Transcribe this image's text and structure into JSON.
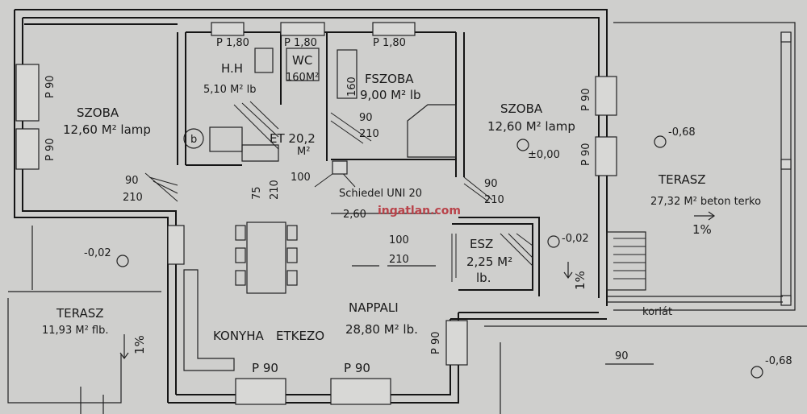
{
  "rooms": {
    "szoba_left": {
      "name": "SZOBA",
      "area": "12,60 M² lamp"
    },
    "hh": {
      "name": "H.H",
      "area": "5,10 M² lb"
    },
    "wc": {
      "name": "WC",
      "area": "160M²"
    },
    "fszoba": {
      "name": "FSZOBA",
      "area": "9,00 M² lb"
    },
    "szoba_right": {
      "name": "SZOBA",
      "area": "12,60 M² lamp"
    },
    "et": {
      "name": "ET 20,2",
      "unit": "M²"
    },
    "terasz_right": {
      "name": "TERASZ",
      "area": "27,32 M² beton terko"
    },
    "esz": {
      "name": "ESZ",
      "area": "2,25 M²",
      "extra": "lb."
    },
    "nappali": {
      "name": "NAPPALI",
      "area": "28,80 M² lb."
    },
    "konyha": {
      "name": "KONYHA",
      "sub": "ETKEZO"
    },
    "terasz_left": {
      "name": "TERASZ",
      "area": "11,93 M² flb."
    }
  },
  "doors": {
    "d1": {
      "w": "90",
      "h": "210"
    },
    "d2": {
      "w": "90",
      "h": "210"
    },
    "d3": {
      "w": "100",
      "h": "210"
    },
    "d4": {
      "w": "90",
      "h": "210"
    },
    "d5": {
      "w": "75",
      "h": "210"
    }
  },
  "windows": {
    "p180a": "P 1,80",
    "p180b": "P 1,80",
    "p180c": "P 1,80",
    "p90_l1": "P 90",
    "p90_l2": "P 90",
    "p90_r1": "P 90",
    "p90_r2": "P 90",
    "p90_b1": "P 90",
    "p90_b2": "P 90",
    "p90_side": "P 90",
    "v160": "160",
    "v90": "90"
  },
  "levels": {
    "l1": "-0,68",
    "l2": "±0,00",
    "l3": "-0,02",
    "l4": "-0,02",
    "l5": "-0,68"
  },
  "slopes": {
    "s1": "1%",
    "s2": "1%",
    "s3": "1%"
  },
  "misc": {
    "chimney": "Schiedel UNI 20",
    "dim_ab": "2,60",
    "railing": "korlát",
    "dim_90": "90",
    "sink_mark": "b"
  },
  "watermark": "ingatlan.com"
}
